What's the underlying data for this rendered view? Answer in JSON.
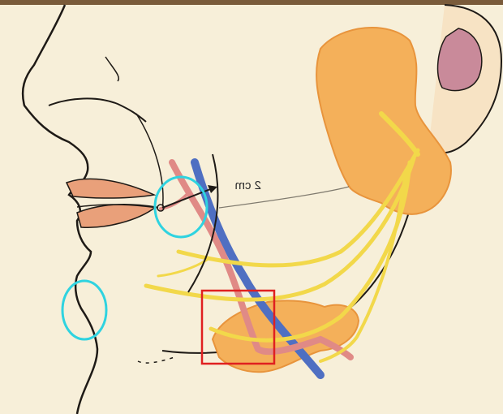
{
  "illustration": {
    "distance_label": "2 cm",
    "colors": {
      "skin": "#f7efd9",
      "outline": "#1e1a16",
      "gland": "#f4b05a",
      "gland_dark": "#e8943c",
      "nerve": "#f2d84a",
      "artery": "#e08a86",
      "vein": "#4f6fc2",
      "ear_inner": "#c98a9a",
      "lip": "#e9a07a",
      "marker_circle": "#2fd3e0",
      "marker_box": "#e02020"
    },
    "structures": [
      "parotid-gland",
      "submandibular-gland",
      "facial-nerve-branches",
      "facial-artery",
      "facial-vein"
    ],
    "markers": [
      "mouth-corner-circle",
      "chin-circle",
      "mandibular-box"
    ]
  }
}
